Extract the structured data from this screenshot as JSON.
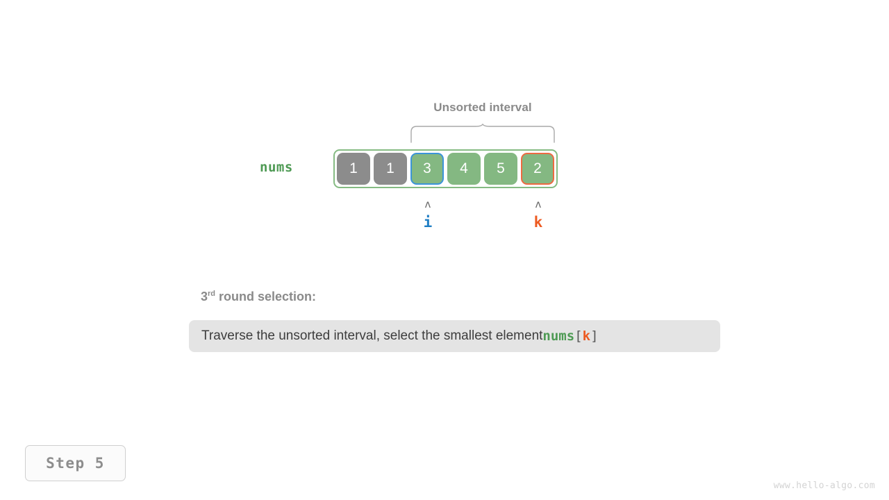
{
  "annotation": {
    "interval_title": "Unsorted interval",
    "brace_color": "#a9a9a9"
  },
  "array": {
    "label": "nums",
    "label_color": "#4e9a54",
    "container_border_color": "#85bb83",
    "cells": [
      {
        "value": "1",
        "state": "sorted",
        "fill": "#8c8c8c",
        "highlight": "none"
      },
      {
        "value": "1",
        "state": "sorted",
        "fill": "#8c8c8c",
        "highlight": "none"
      },
      {
        "value": "3",
        "state": "unsorted",
        "fill": "#84b882",
        "highlight": "blue"
      },
      {
        "value": "4",
        "state": "unsorted",
        "fill": "#84b882",
        "highlight": "none"
      },
      {
        "value": "5",
        "state": "unsorted",
        "fill": "#84b882",
        "highlight": "none"
      },
      {
        "value": "2",
        "state": "unsorted",
        "fill": "#84b882",
        "highlight": "orange"
      }
    ]
  },
  "pointers": [
    {
      "caret": "ʌ",
      "name": "i",
      "color": "#1f7ec4",
      "index": 2
    },
    {
      "caret": "ʌ",
      "name": "k",
      "color": "#ed5a21",
      "index": 5
    }
  ],
  "caption": {
    "round_number": "3",
    "round_ordinal_suffix": "rd",
    "round_text": " round selection:"
  },
  "description": {
    "text_before": "Traverse the unsorted interval, select the smallest element ",
    "code_name": "nums",
    "bracket_open": "[",
    "code_index": "k",
    "bracket_close": "]",
    "background": "#e4e4e4"
  },
  "step_badge": {
    "label": "Step 5"
  },
  "watermark": {
    "text": "www.hello-algo.com"
  }
}
